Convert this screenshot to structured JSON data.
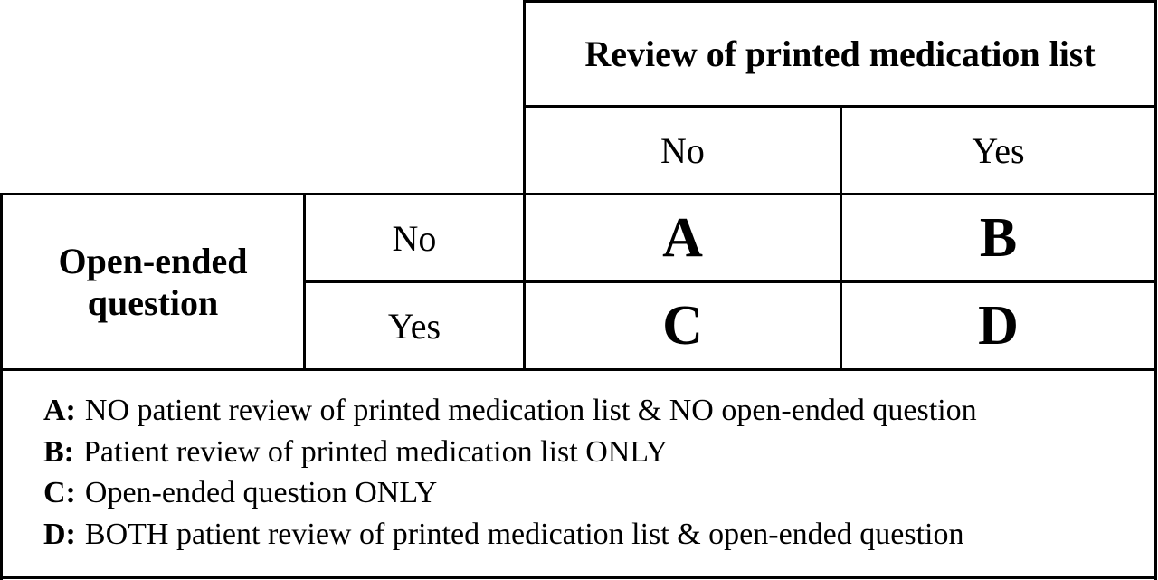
{
  "column_header": {
    "title": "Review of printed medication list",
    "levels": [
      "No",
      "Yes"
    ]
  },
  "row_header": {
    "title": "Open-ended\nquestion",
    "levels": [
      "No",
      "Yes"
    ]
  },
  "cells": [
    [
      "A",
      "B"
    ],
    [
      "C",
      "D"
    ]
  ],
  "legend": [
    {
      "key": "A:",
      "text": "NO patient review of printed medication list & NO open-ended question"
    },
    {
      "key": "B:",
      "text": "Patient review of printed medication list ONLY"
    },
    {
      "key": "C:",
      "text": "Open-ended question ONLY"
    },
    {
      "key": "D:",
      "text": "BOTH patient review of printed medication list & open-ended question"
    }
  ]
}
